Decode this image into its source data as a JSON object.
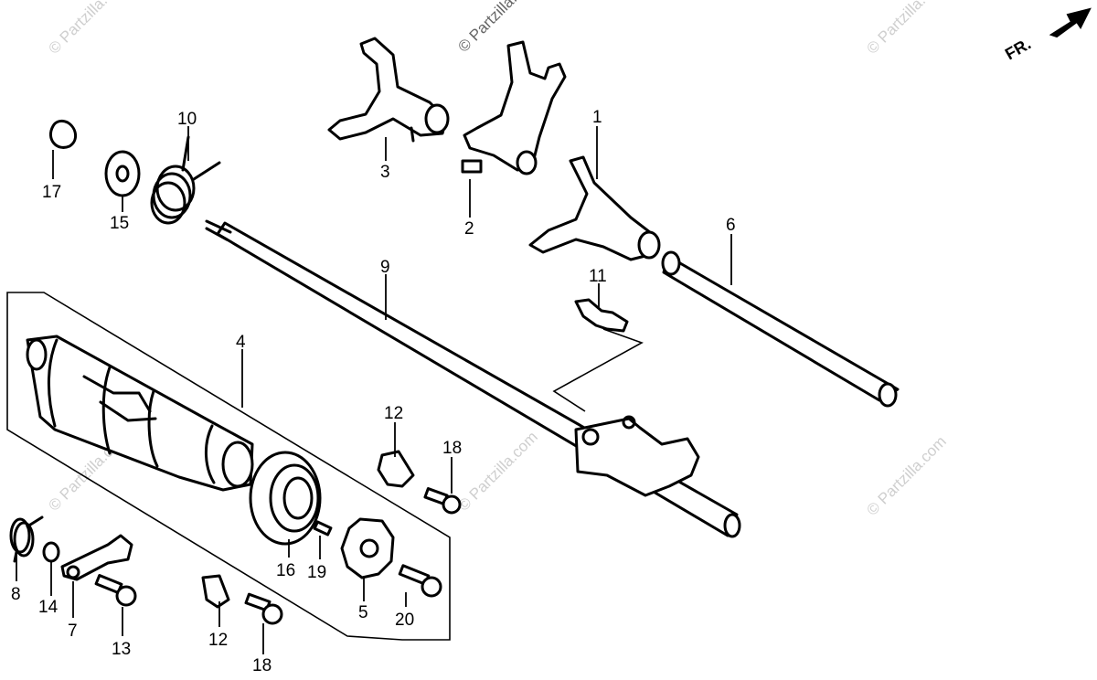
{
  "watermark": "© Partzilla.com",
  "front_indicator": "FR.",
  "callouts": {
    "c1": "1",
    "c2": "2",
    "c3": "3",
    "c4": "4",
    "c5": "5",
    "c6": "6",
    "c7": "7",
    "c8": "8",
    "c9": "9",
    "c10": "10",
    "c11": "11",
    "c12a": "12",
    "c12b": "12",
    "c13": "13",
    "c14": "14",
    "c15": "15",
    "c16": "16",
    "c17": "17",
    "c18a": "18",
    "c18b": "18",
    "c19": "19",
    "c20": "20"
  }
}
